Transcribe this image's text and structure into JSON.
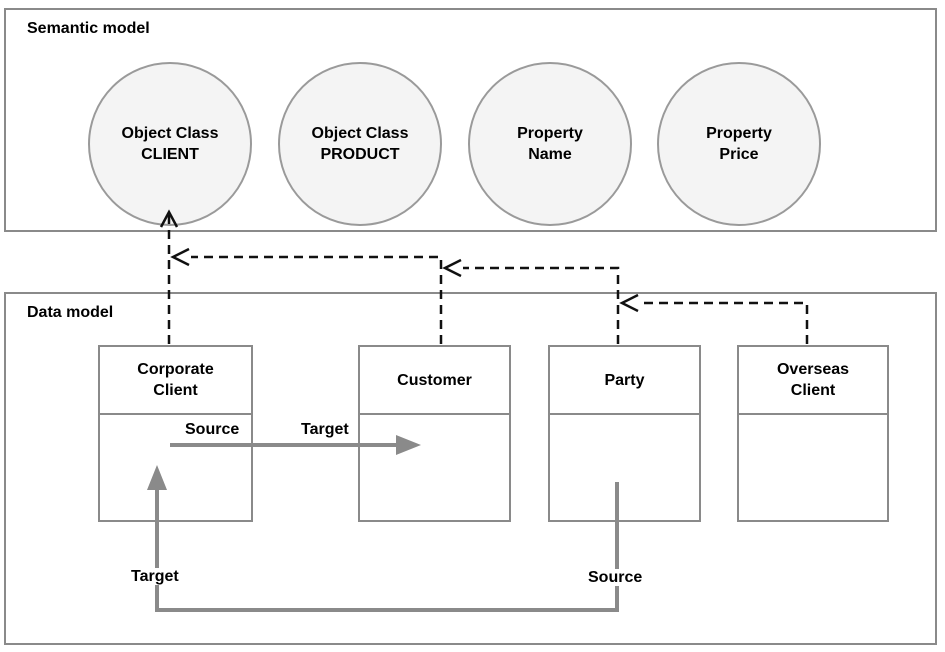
{
  "semantic_model": {
    "title": "Semantic model",
    "nodes": [
      {
        "line1": "Object Class",
        "line2": "CLIENT"
      },
      {
        "line1": "Object Class",
        "line2": "PRODUCT"
      },
      {
        "line1": "Property",
        "line2": "Name"
      },
      {
        "line1": "Property",
        "line2": "Price"
      }
    ]
  },
  "data_model": {
    "title": "Data model",
    "entities": [
      {
        "line1": "Corporate",
        "line2": "Client"
      },
      {
        "line1": "Customer",
        "line2": ""
      },
      {
        "line1": "Party",
        "line2": ""
      },
      {
        "line1": "Overseas",
        "line2": "Client"
      }
    ]
  },
  "annotations": {
    "relation1_source": "Source",
    "relation1_target": "Target",
    "relation2_target": "Target",
    "relation2_source": "Source"
  },
  "colors": {
    "panel_border": "#8a8a8a",
    "node_fill": "#f4f4f4",
    "node_border": "#9a9a9a",
    "dashed_mapping_line": "#111111",
    "relation_arrow": "#8a8a8a",
    "text": "#000000",
    "background": "#ffffff"
  }
}
